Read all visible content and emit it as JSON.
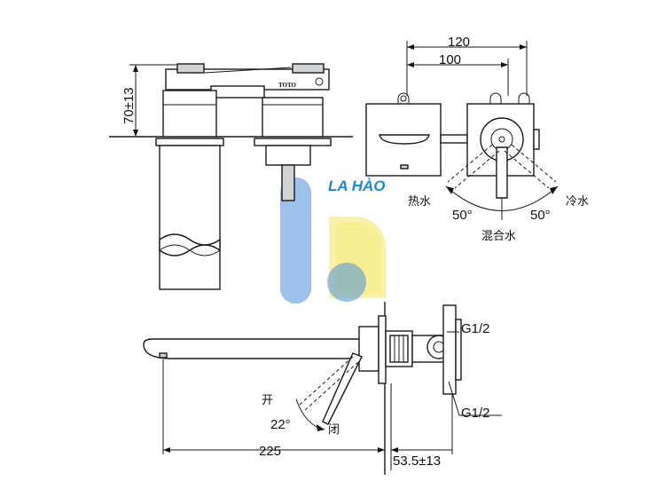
{
  "watermark": {
    "text": "LA HÀO",
    "color_blue": "#1e88d9",
    "color_yellow": "#f2e24a"
  },
  "top_view": {
    "height_dim": "70±13",
    "brand_mark": "TOTO"
  },
  "plan_view": {
    "width_outer": "120",
    "width_inner": "100",
    "hot_label": "热水",
    "cold_label": "冷水",
    "angle_left": "50°",
    "angle_right": "50°",
    "mix_label": "混合水"
  },
  "side_view": {
    "open_label": "开",
    "close_label": "闭",
    "angle": "22°",
    "spout_length": "225",
    "wall_depth": "53.5±13",
    "thread_top": "G1/2",
    "thread_bottom": "G1/2"
  }
}
